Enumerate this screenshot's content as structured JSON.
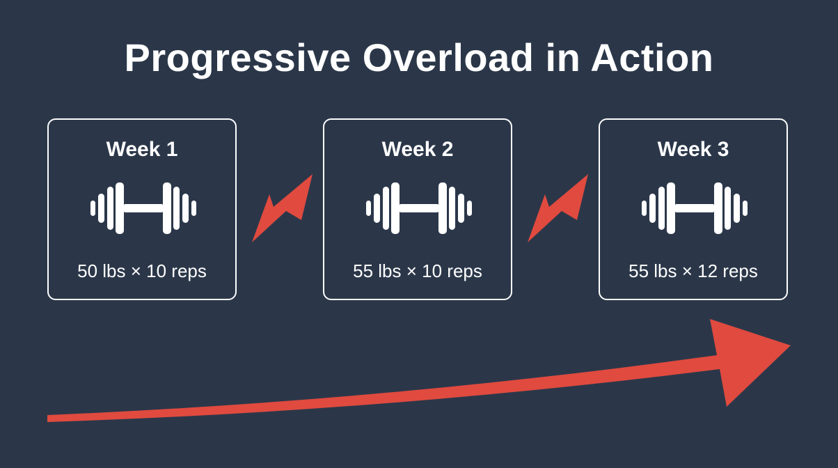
{
  "title": "Progressive Overload in Action",
  "weeks": [
    {
      "label": "Week 1",
      "value": "50 lbs × 10 reps",
      "icon": "dumbbell-icon"
    },
    {
      "label": "Week 2",
      "value": "55 lbs × 10 reps",
      "icon": "dumbbell-icon"
    },
    {
      "label": "Week 3",
      "value": "55 lbs × 12 reps",
      "icon": "dumbbell-icon"
    }
  ],
  "colors": {
    "background": "#2b3749",
    "arrow": "#e04a3f",
    "foreground": "#ffffff"
  }
}
